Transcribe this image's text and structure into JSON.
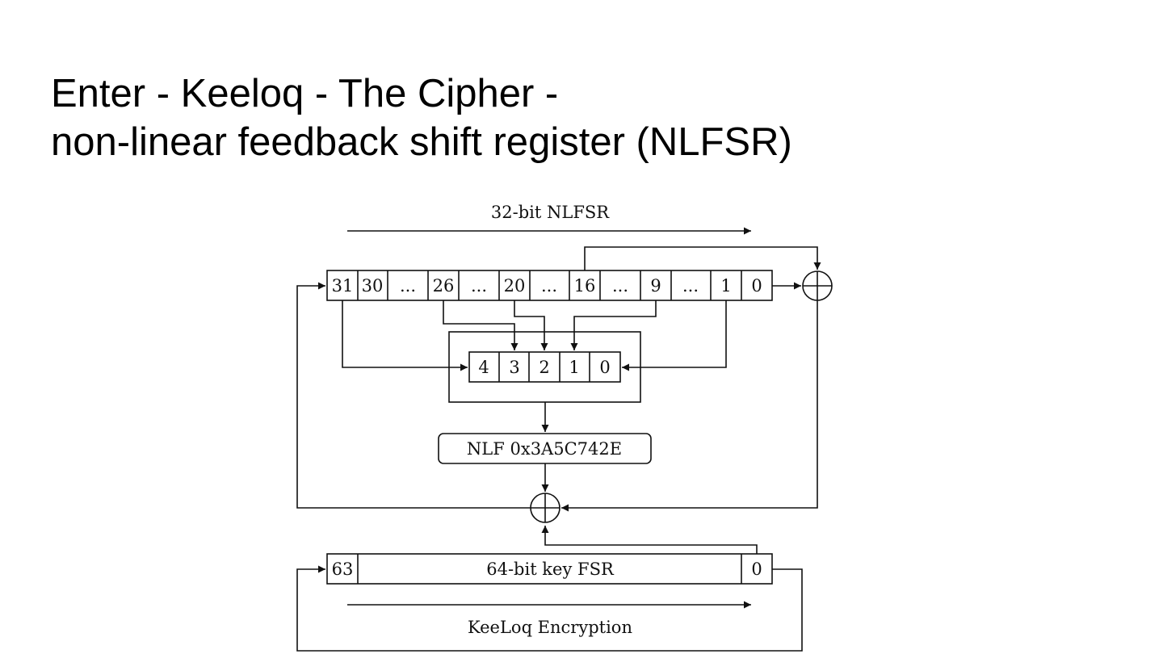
{
  "slide": {
    "title_line1": "Enter - Keeloq - The Cipher -",
    "title_line2": "non-linear feedback shift register (NLFSR)"
  },
  "diagram": {
    "nlfsr_label": "32-bit NLFSR",
    "register_cells": [
      "31",
      "30",
      "...",
      "26",
      "...",
      "20",
      "...",
      "16",
      "...",
      "9",
      "...",
      "1",
      "0"
    ],
    "nlf_input_cells": [
      "4",
      "3",
      "2",
      "1",
      "0"
    ],
    "nlf_label": "NLF 0x3A5C742E",
    "key_msb": "63",
    "key_label": "64-bit key FSR",
    "key_lsb": "0",
    "encryption_label": "KeeLoq Encryption"
  },
  "colors": {
    "ink": "#111111",
    "background": "#ffffff"
  }
}
